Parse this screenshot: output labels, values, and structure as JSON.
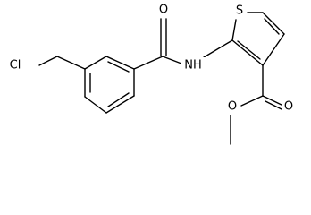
{
  "molecule": {
    "atoms": {
      "cl": "Cl",
      "o_amide": "O",
      "nh": "NH",
      "s": "S",
      "o_carbonyl": "O",
      "o_ester": "O"
    }
  },
  "colors": {
    "bond": "#000000",
    "text": "#000000",
    "background": "#ffffff"
  }
}
